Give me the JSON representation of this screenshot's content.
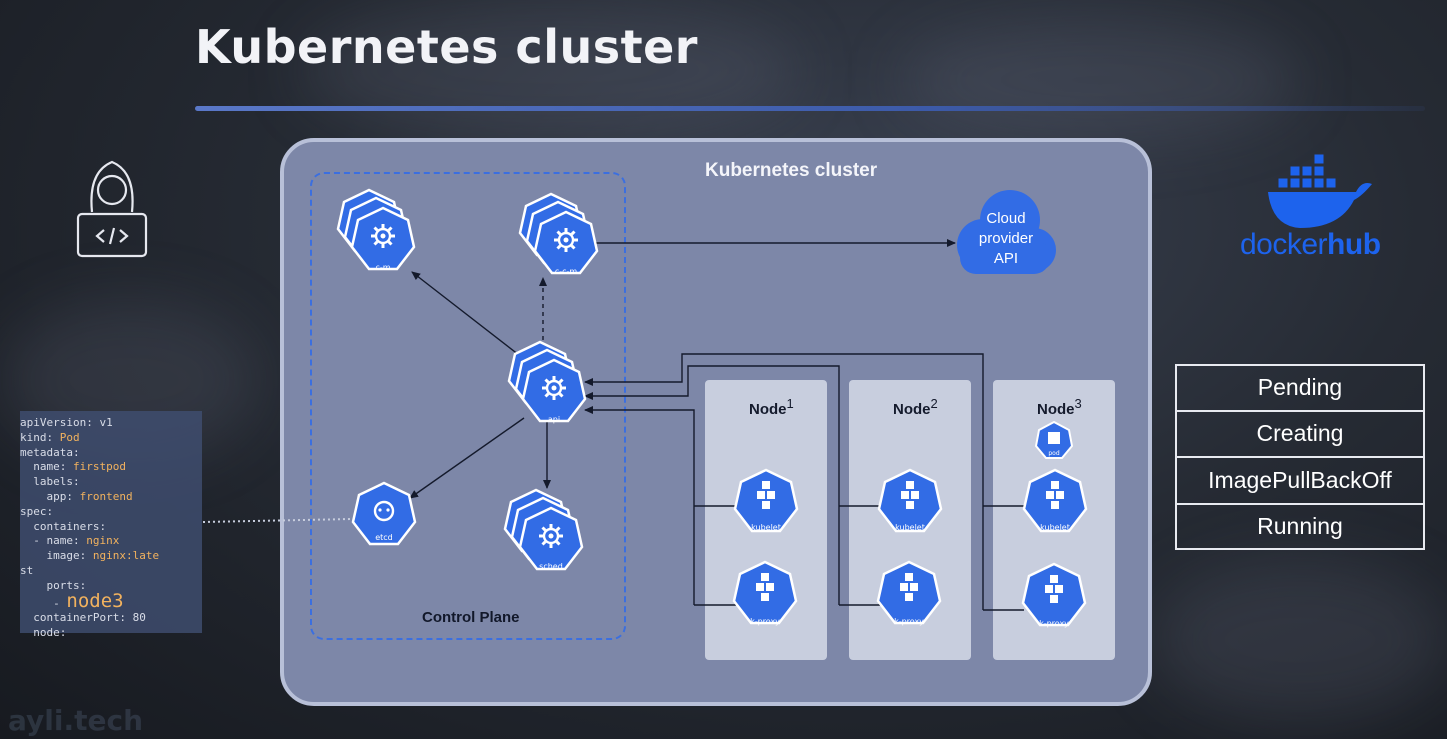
{
  "slide": {
    "title": "Kubernetes cluster"
  },
  "cluster": {
    "title": "Kubernetes cluster",
    "control_plane_label": "Control Plane",
    "components": {
      "cm": "c-m",
      "ccm": "c-c-m",
      "api": "api",
      "etcd": "etcd",
      "sched": "sched"
    },
    "cloud": {
      "line1": "Cloud",
      "line2": "provider",
      "line3": "API"
    },
    "nodes": [
      {
        "name": "Node",
        "num": "1",
        "kubelet": "kubelet",
        "kproxy": "k-proxy"
      },
      {
        "name": "Node",
        "num": "2",
        "kubelet": "kubelet",
        "kproxy": "k-proxy"
      },
      {
        "name": "Node",
        "num": "3",
        "kubelet": "kubelet",
        "kproxy": "k-proxy",
        "pod": "pod"
      }
    ]
  },
  "dockerhub": {
    "part1": "docker",
    "part2": "hub"
  },
  "status_list": [
    "Pending",
    "Creating",
    "ImagePullBackOff",
    "Running"
  ],
  "yaml": {
    "l1k": "apiVersion:",
    "l1v": "v1",
    "l2k": "kind:",
    "l2v": "Pod",
    "l3k": "metadata:",
    "l4k": "name:",
    "l4v": "firstpod",
    "l5k": "labels:",
    "l6k": "app:",
    "l6v": "frontend",
    "l7k": "spec:",
    "l8k": "containers:",
    "l9k": "- name:",
    "l9v": "nginx",
    "l10k": "image:",
    "l10v": "nginx:late",
    "l11k": "st",
    "l12k": "ports:",
    "l13k": "-",
    "l13v": "node3",
    "l14k": "containerPort:",
    "l14v": "80",
    "l15k": "node:"
  },
  "watermark": "ayli.tech",
  "colors": {
    "k8s_blue": "#326ce5",
    "docker_blue": "#1d63ed",
    "yaml_value": "#f2b25e"
  }
}
